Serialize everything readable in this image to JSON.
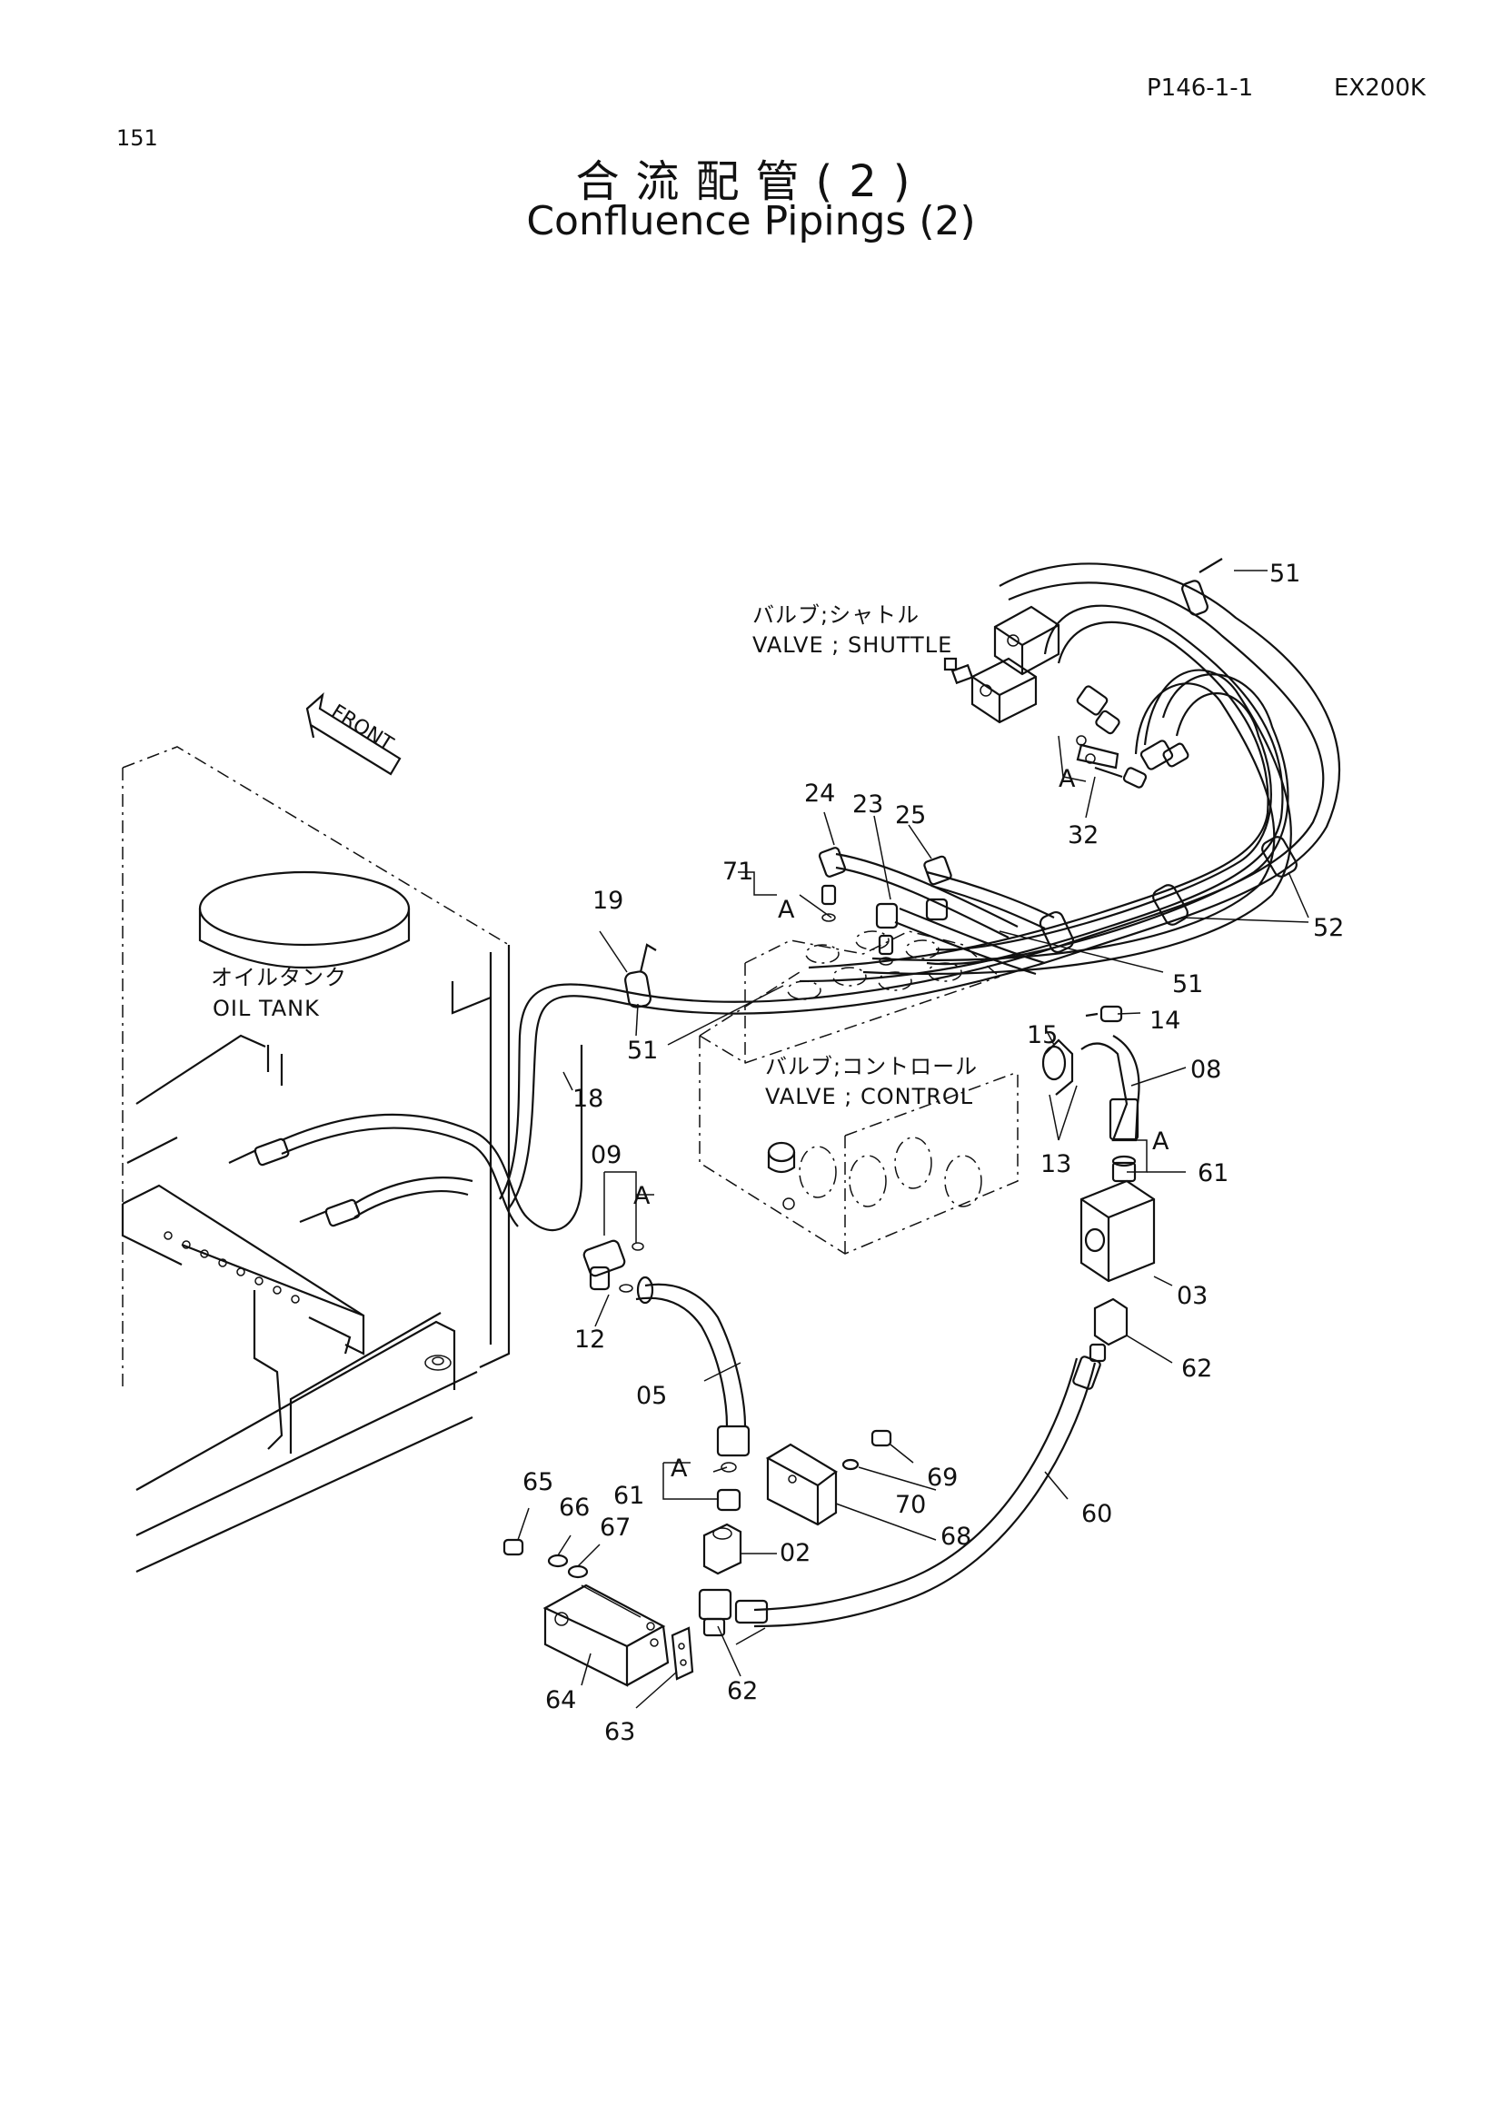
{
  "header": {
    "page_number": "151",
    "doc_code": "P146-1-1",
    "model": "EX200K"
  },
  "title": {
    "japanese": "合流配管(2)",
    "english": "Confluence Pipings (2)"
  },
  "captions": {
    "valve_shuttle_jp": "バルブ;シャトル",
    "valve_shuttle_en": "VALVE ; SHUTTLE",
    "valve_control_jp": "バルブ;コントロール",
    "valve_control_en": "VALVE ; CONTROL",
    "oil_tank_jp": "オイルタンク",
    "oil_tank_en": "OIL TANK",
    "front": "FRONT",
    "ref_a": "A"
  },
  "part_labels": {
    "p51_top": "51",
    "p32": "32",
    "p24": "24",
    "p23": "23",
    "p25": "25",
    "p71": "71",
    "p52": "52",
    "p19": "19",
    "p51_mid": "51",
    "p14": "14",
    "p15": "15",
    "p08": "08",
    "p51_left": "51",
    "p18": "18",
    "p13": "13",
    "p61_right": "61",
    "p09": "09",
    "p03": "03",
    "p62_right": "62",
    "p12": "12",
    "p05": "05",
    "p69": "69",
    "p65": "65",
    "p61_left": "61",
    "p70": "70",
    "p66": "66",
    "p67": "67",
    "p60": "60",
    "p68": "68",
    "p02": "02",
    "p64": "64",
    "p62_bottom": "62",
    "p63": "63"
  }
}
